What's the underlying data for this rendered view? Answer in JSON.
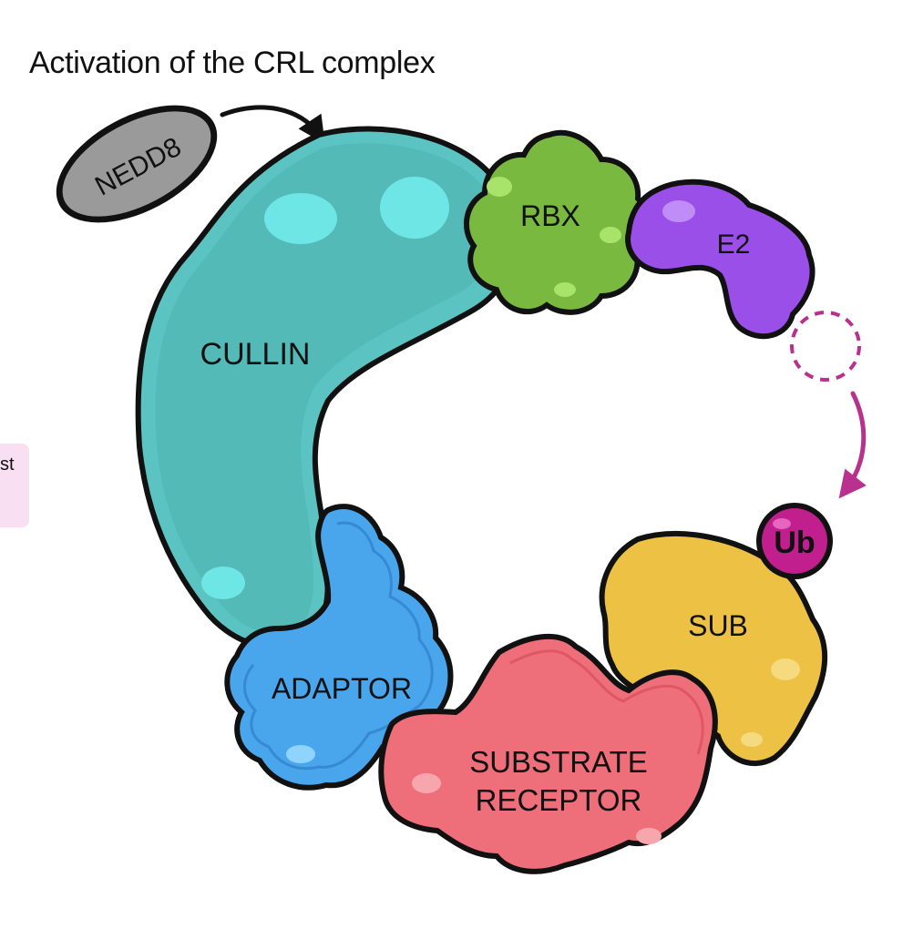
{
  "title": "Activation of the CRL complex",
  "side_tab_text": "st",
  "labels": {
    "nedd8": "NEDD8",
    "cullin": "CULLIN",
    "rbx": "RBX",
    "e2": "E2",
    "ub": "Ub",
    "sub": "SUB",
    "adaptor": "ADAPTOR",
    "substrate_receptor_line1": "SUBSTRATE",
    "substrate_receptor_line2": "RECEPTOR"
  },
  "colors": {
    "cullin": "#5bc4c2",
    "rbx": "#79b940",
    "e2": "#9a4fe8",
    "ub": "#c21f8e",
    "sub": "#ecc144",
    "adaptor": "#4aa6ec",
    "substrate_receptor": "#ee6f7a",
    "nedd8": "#9a9a9a",
    "transfer_arrow": "#b8318f"
  }
}
